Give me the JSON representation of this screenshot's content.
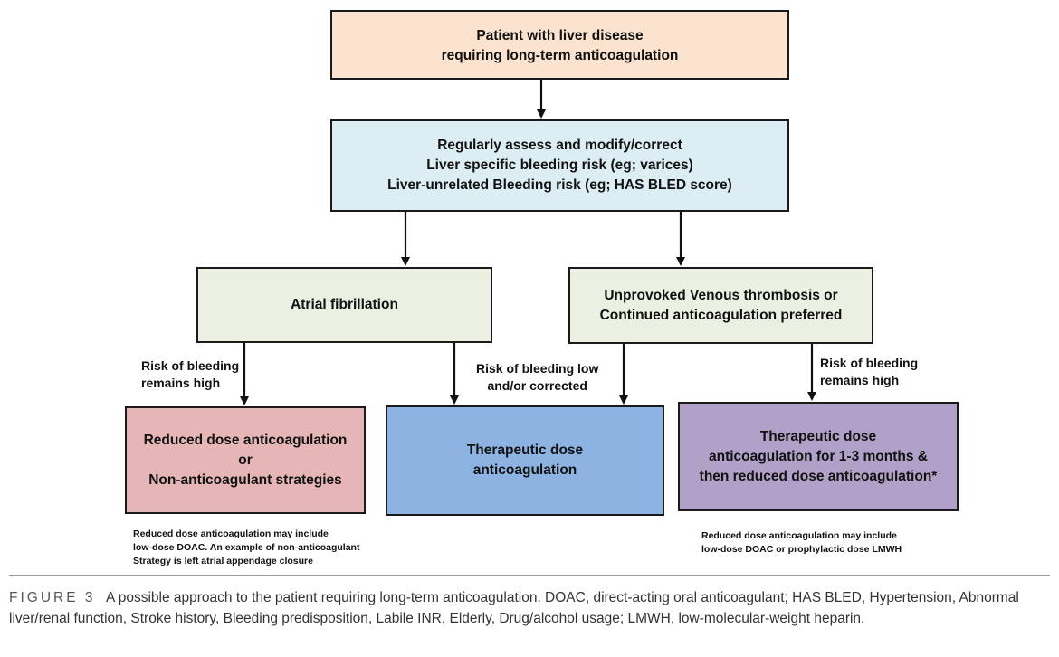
{
  "nodes": {
    "start": {
      "lines": [
        "Patient with liver disease",
        "requiring long-term anticoagulation"
      ],
      "fill": "#fbe3cf"
    },
    "assess": {
      "lines": [
        "Regularly assess and modify/correct",
        "Liver specific bleeding risk (eg; varices)",
        "Liver-unrelated Bleeding risk (eg; HAS BLED score)"
      ],
      "fill": "#dcedf4"
    },
    "af": {
      "lines": [
        "Atrial fibrillation"
      ],
      "fill": "#ebf0e2"
    },
    "vte": {
      "lines": [
        "Unprovoked Venous thrombosis or",
        "Continued anticoagulation preferred"
      ],
      "fill": "#ebf0e2"
    },
    "reduced": {
      "lines": [
        "Reduced dose anticoagulation",
        "or",
        "Non-anticoagulant strategies"
      ],
      "fill": "#e6b6b6"
    },
    "therapeutic": {
      "lines": [
        "Therapeutic dose",
        "anticoagulation"
      ],
      "fill": "#8db3e2"
    },
    "therapeutic_then_reduced": {
      "lines": [
        "Therapeutic dose",
        "anticoagulation for 1-3 months &",
        "then reduced dose anticoagulation*"
      ],
      "fill": "#b1a0c7"
    }
  },
  "edge_labels": {
    "af_high_line1": "Risk of bleeding",
    "af_high_line2": "remains high",
    "low_line1": "Risk of bleeding low",
    "low_line2": "and/or corrected",
    "vte_high_line1": "Risk of bleeding",
    "vte_high_line2": "remains high"
  },
  "notes": {
    "left": [
      "Reduced dose anticoagulation may include",
      "low-dose DOAC. An example of non-anticoagulant",
      "Strategy is left atrial appendage closure"
    ],
    "right": [
      "Reduced dose anticoagulation may include",
      "low-dose DOAC or prophylactic dose LMWH"
    ]
  },
  "caption": {
    "label": "FIGURE 3",
    "text": "A possible approach to the patient requiring long-term anticoagulation. DOAC, direct-acting oral anticoagulant; HAS BLED, Hypertension, Abnormal liver/renal function, Stroke history, Bleeding predisposition, Labile INR, Elderly, Drug/alcohol usage; LMWH, low-molecular-weight heparin."
  }
}
